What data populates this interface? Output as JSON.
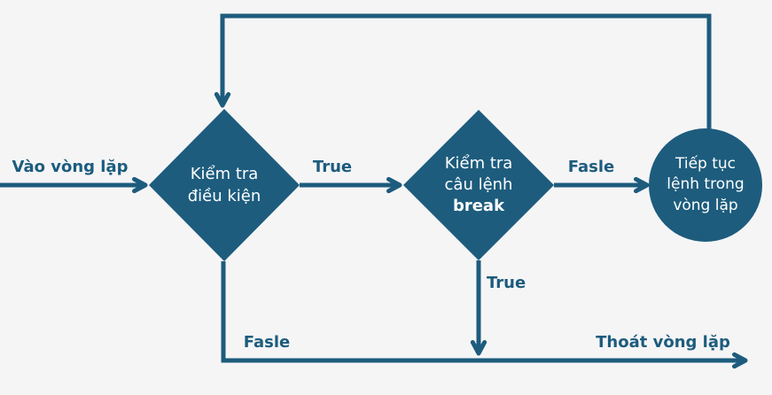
{
  "colors": {
    "accent": "#1d5c7d",
    "background": "#f5f5f6",
    "node_text": "#ffffff"
  },
  "nodes": {
    "check_condition": {
      "lines": {
        "l1": "Kiểm tra",
        "l2": "điều kiện"
      }
    },
    "check_break": {
      "lines": {
        "l1": "Kiểm tra",
        "l2": "câu lệnh",
        "l3": "break"
      }
    },
    "continue_loop": {
      "lines": {
        "l1": "Tiếp tục",
        "l2": "lệnh trong",
        "l3": "vòng lặp"
      }
    }
  },
  "edge_labels": {
    "enter_loop": "Vào vòng lặp",
    "condition_true": "True",
    "break_false": "Fasle",
    "break_true": "True",
    "condition_false": "Fasle",
    "exit_loop": "Thoát vòng lặp"
  }
}
